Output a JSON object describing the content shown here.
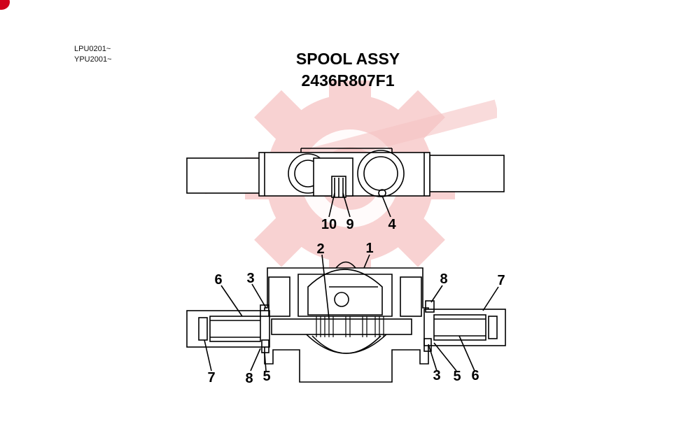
{
  "serials": [
    "LPU0201~",
    "YPU2001~"
  ],
  "title": {
    "line1": "SPOOL ASSY",
    "line2": "2436R807F1"
  },
  "watermark": {
    "color": "#f5c6c6",
    "icon": "gear-logo-icon"
  },
  "accent": "#d0021b",
  "callouts": {
    "top_view": [
      "10",
      "9",
      "4"
    ],
    "section_view_top": [
      "2",
      "1",
      "6",
      "3",
      "8",
      "7"
    ],
    "section_view_bottom": [
      "7",
      "8",
      "5",
      "3",
      "5",
      "6"
    ]
  }
}
